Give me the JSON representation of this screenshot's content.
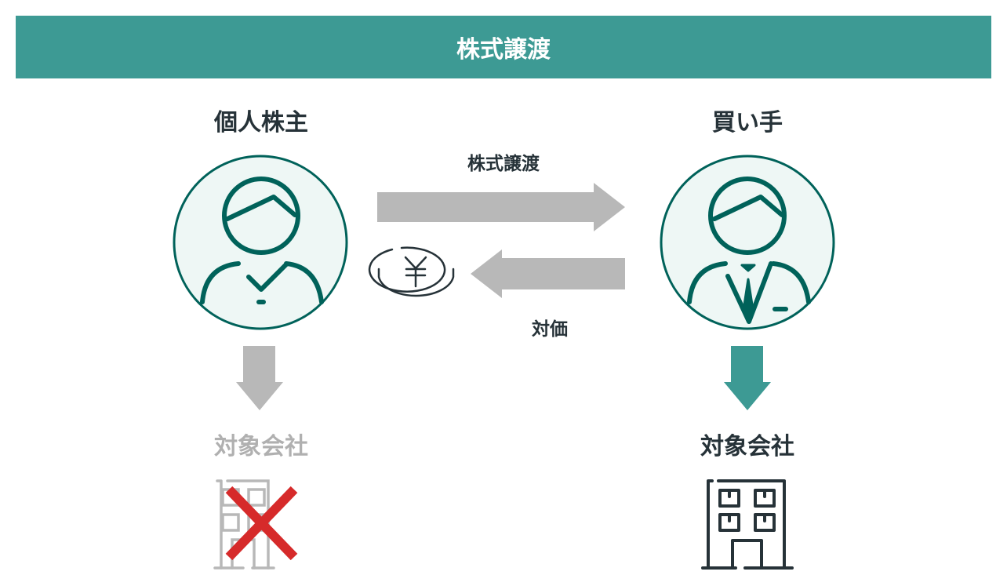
{
  "header": {
    "title": "株式譲渡"
  },
  "seller": {
    "label": "個人株主"
  },
  "buyer": {
    "label": "買い手"
  },
  "flows": {
    "share_transfer": "株式譲渡",
    "consideration": "対価"
  },
  "target_left": {
    "label": "対象会社"
  },
  "target_right": {
    "label": "対象会社"
  },
  "colors": {
    "header": "#3d9a94",
    "person": "#00625a",
    "circle_fill": "#eef7f5",
    "arrow_gray": "#b8b8b8",
    "arrow_teal": "#3d9a94",
    "cross": "#d62a2a",
    "text": "#263238",
    "muted": "#b0b0b0"
  }
}
